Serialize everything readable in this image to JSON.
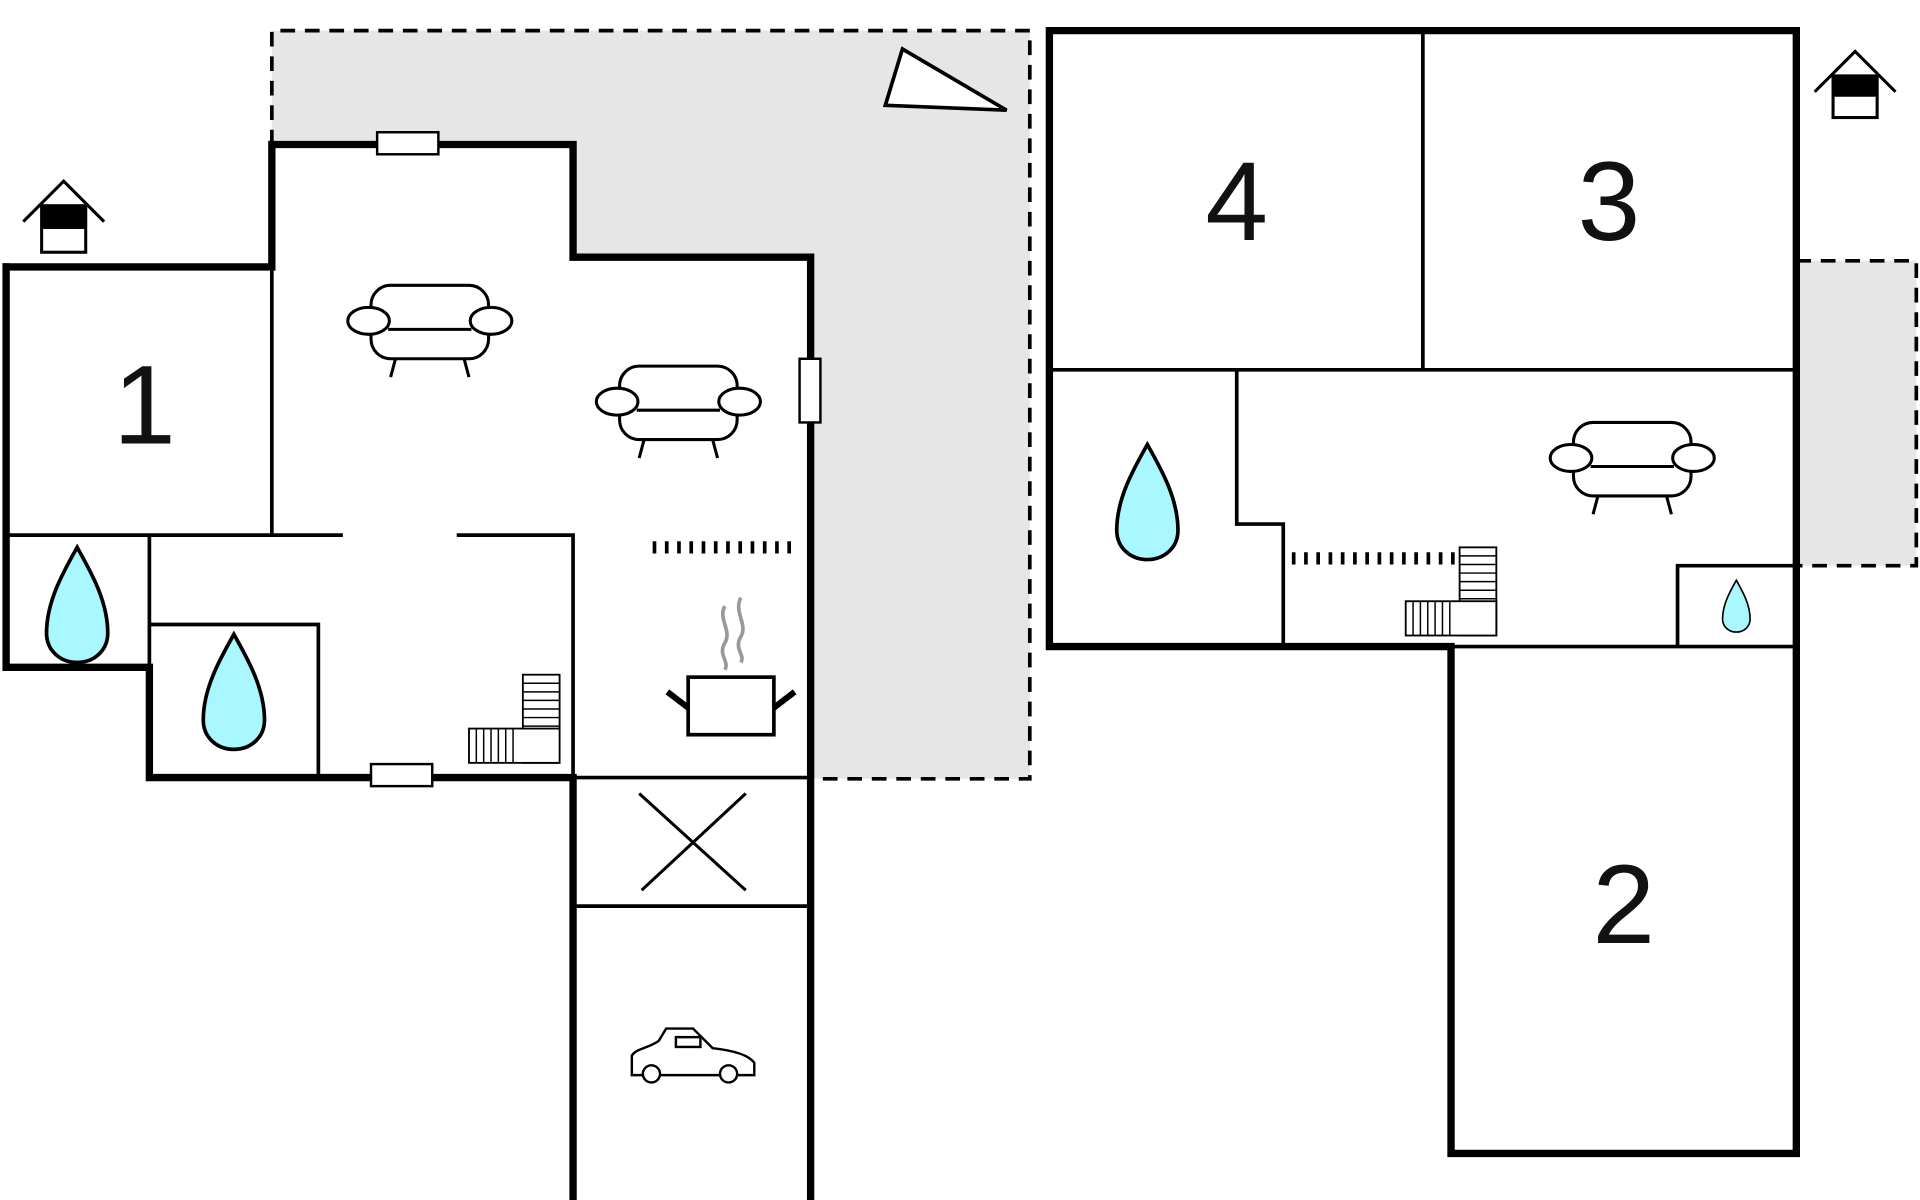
{
  "rooms": [
    {
      "label": "1"
    },
    {
      "label": "2"
    },
    {
      "label": "3"
    },
    {
      "label": "4"
    }
  ],
  "colors": {
    "terrace": "#e6e6e6",
    "water": "#aaf8ff",
    "wall": "#000000",
    "steam": "#999999"
  },
  "icons": [
    "entrance-icon",
    "sofa-icon",
    "water-drop-icon",
    "stairs-icon",
    "kitchen-pot-icon",
    "car-icon",
    "north-arrow-icon"
  ]
}
